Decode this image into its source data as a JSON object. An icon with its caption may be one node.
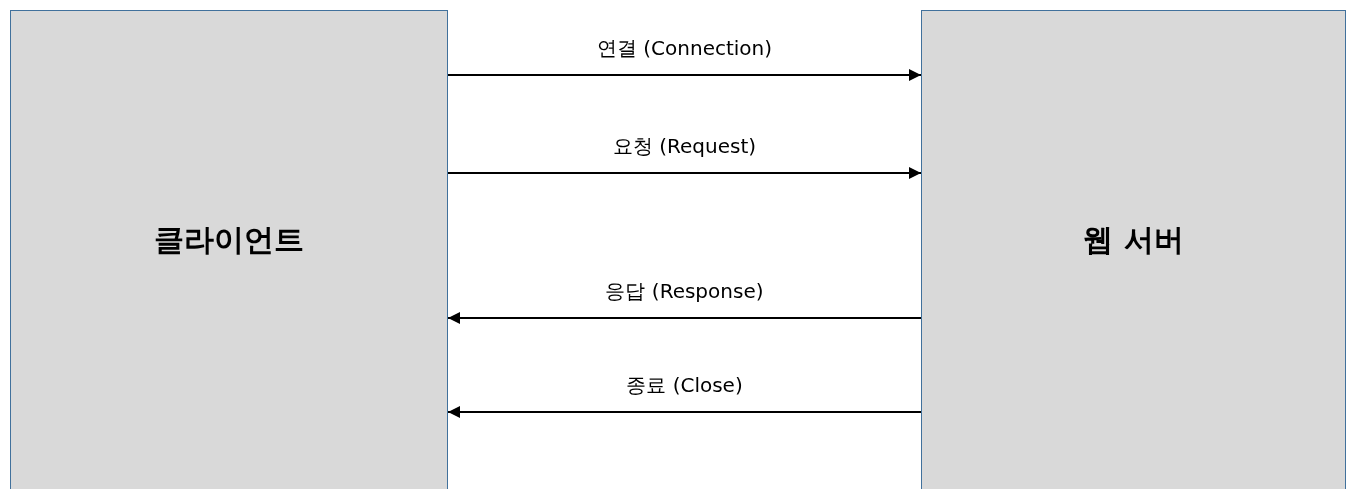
{
  "diagram": {
    "nodes": [
      {
        "text": [
          "클라이언트"
        ]
      },
      {
        "text": [
          "웹 서버"
        ]
      }
    ],
    "edges": [
      {
        "from": 0,
        "to": 1,
        "arrow": "to",
        "label": "연결 (Connection)"
      },
      {
        "from": 0,
        "to": 1,
        "arrow": "to",
        "label": "요청 (Request)"
      },
      {
        "from": 1,
        "to": 0,
        "arrow": "to",
        "label": "응답 (Response)"
      },
      {
        "from": 1,
        "to": 0,
        "arrow": "to",
        "label": "종료 (Close)"
      }
    ]
  }
}
